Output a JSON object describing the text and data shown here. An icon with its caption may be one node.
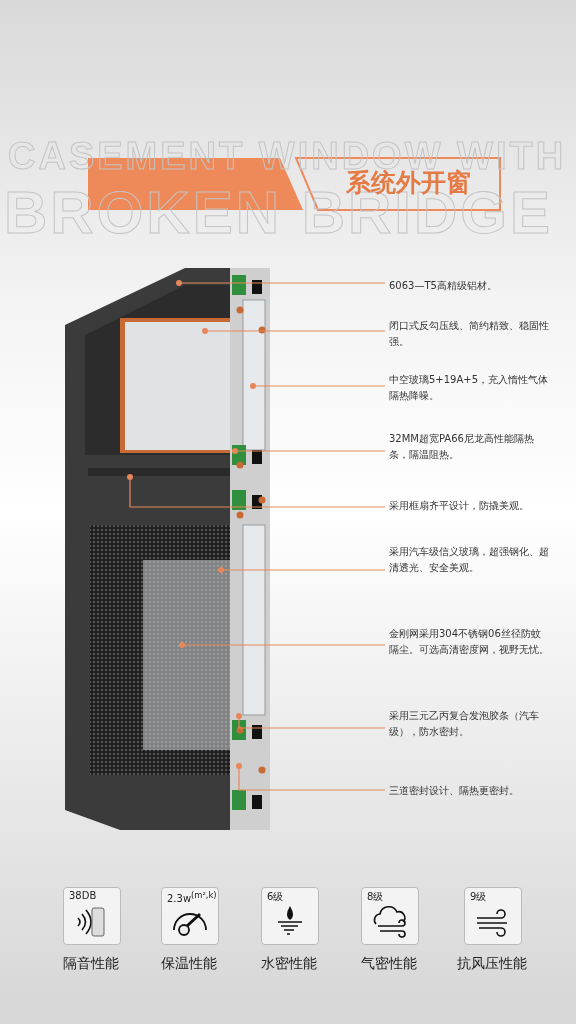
{
  "diagram": {
    "title": "系统外开窗",
    "nodes": [
      {
        "text": [
          "6063—T5高精级铝材。"
        ]
      },
      {
        "text": [
          "闭口式反勾压线、简约精致、稳固性强。"
        ]
      },
      {
        "text": [
          "中空玻璃5+19A+5，充入惰性气体隔热降噪。"
        ]
      },
      {
        "text": [
          "32MM超宽PA66尼龙高性能隔热条，隔温阻热。"
        ]
      },
      {
        "text": [
          "采用框扇齐平设计，防撬美观。"
        ]
      },
      {
        "text": [
          "采用汽车级信义玻璃，超强钢化、超清透光、安全美观。"
        ]
      },
      {
        "text": [
          "金刚网采用304不锈钢06丝径防蚊隔尘。可选高清密度网，视野无忧。"
        ]
      },
      {
        "text": [
          "采用三元乙丙复合发泡胶条（汽车级），防水密封。"
        ]
      },
      {
        "text": [
          "三道密封设计、隔热更密封。"
        ]
      },
      {
        "text": [
          "38DB"
        ],
        "beside": [
          "隔音性能"
        ]
      },
      {
        "text": [
          "2.3w$^{(m²,k)}$"
        ],
        "beside": [
          "保温性能"
        ]
      },
      {
        "text": [
          "6级"
        ],
        "beside": [
          "水密性能"
        ]
      },
      {
        "text": [
          "8级"
        ],
        "beside": [
          "气密性能"
        ]
      },
      {
        "text": [
          "9级"
        ],
        "beside": [
          "抗风压性能"
        ]
      }
    ],
    "edges": [
      {
        "from": 0,
        "to": null,
        "arrow": "other"
      },
      {
        "from": 1,
        "to": null,
        "arrow": "other"
      },
      {
        "from": 2,
        "to": null,
        "arrow": "other"
      },
      {
        "from": 3,
        "to": null,
        "arrow": "other"
      },
      {
        "from": 4,
        "to": null,
        "arrow": "other"
      },
      {
        "from": 5,
        "to": null,
        "arrow": "other"
      },
      {
        "from": 6,
        "to": null,
        "arrow": "other"
      },
      {
        "from": 7,
        "to": null,
        "arrow": "other"
      },
      {
        "from": 8,
        "to": null,
        "arrow": "other"
      }
    ],
    "labels": [
      "CASEMENT WINDOW WITH",
      "BROKEN BRIDGE"
    ]
  }
}
